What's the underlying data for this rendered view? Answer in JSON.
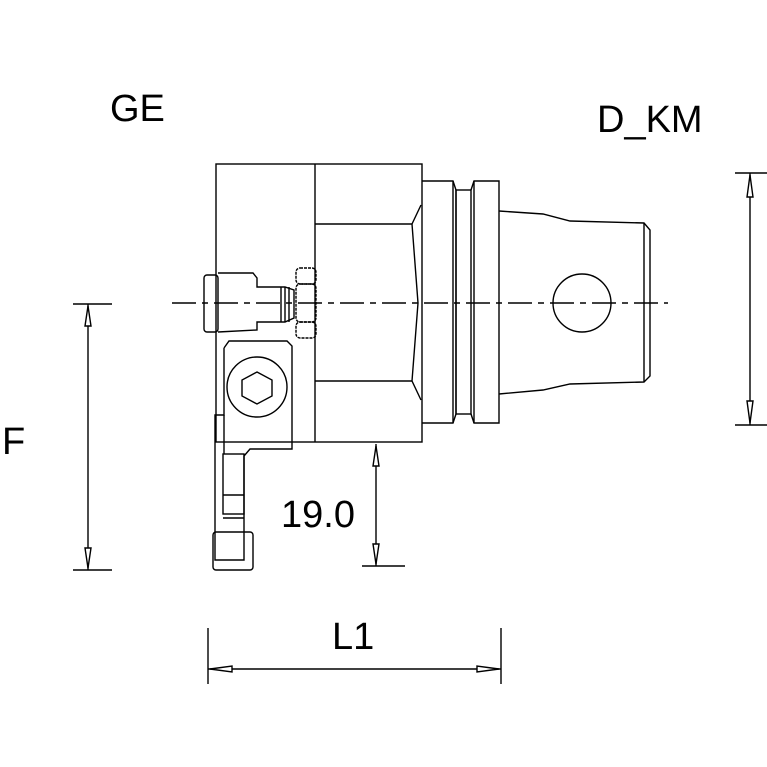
{
  "drawing": {
    "title_left": "GE",
    "title_right": "D_KM",
    "dimensions": {
      "F": "F",
      "height_19": "19.0",
      "L1": "L1"
    },
    "colors": {
      "line": "#000000",
      "background": "#ffffff"
    }
  }
}
